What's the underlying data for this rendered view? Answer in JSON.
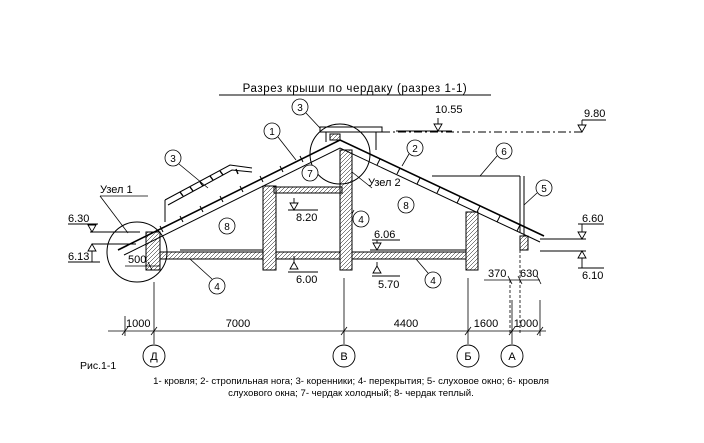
{
  "title": "Разрез крыши по чердаку (разрез 1-1)",
  "figure_label": "Рис.1-1",
  "legend": {
    "line1": "1- кровля;  2- стропильная нога; 3- коренники; 4- перекрытия; 5- слуховое окно; 6- кровля",
    "line2": "слухового окна;  7- чердак холодный; 8- чердак теплый."
  },
  "nodes": {
    "node1": "Узел 1",
    "node2": "Узел 2"
  },
  "callouts": {
    "c1": "1",
    "c2": "2",
    "c3_top": "3",
    "c3_left": "3",
    "c4_left": "4",
    "c4_mid": "4",
    "c4_right": "4",
    "c5": "5",
    "c6": "6",
    "c7": "7",
    "c8_left": "8",
    "c8_right": "8"
  },
  "elevations": {
    "e1055": "10.55",
    "e980": "9.80",
    "e820": "8.20",
    "e630": "6.30",
    "e613": "6.13",
    "e606": "6.06",
    "e600": "6.00",
    "e570": "5.70",
    "e660": "6.60",
    "e610": "6.10"
  },
  "dimensions": {
    "d500": "500",
    "d370": "370",
    "d630": "630",
    "d1000_left": "1000",
    "d7000": "7000",
    "d4400": "4400",
    "d1600": "1600",
    "d1000_right": "1000"
  },
  "axes": {
    "a_d": "Д",
    "a_v": "В",
    "a_b": "Б",
    "a_a": "А"
  }
}
